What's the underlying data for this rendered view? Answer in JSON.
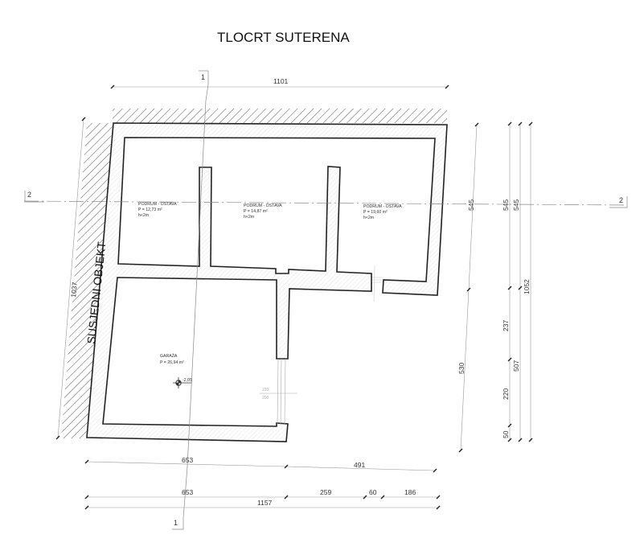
{
  "drawing": {
    "title": "TLOCRT SUTERENA",
    "neighbor_label": "SUSJEDNI OBJEKT",
    "section_marks": {
      "section_1_top": "1",
      "section_1_bottom": "1",
      "section_2_left": "2",
      "section_2_right": "2"
    }
  },
  "rooms": [
    {
      "name": "PODRUM - OSTAVA",
      "area": "P = 12,73 m²",
      "height": "h<2m"
    },
    {
      "name": "PODRUM - OSTAVA",
      "area": "P = 14,87 m²",
      "height": "h<2m"
    },
    {
      "name": "PODRUM - OSTAVA",
      "area": "P = 19,60 m²",
      "height": "h<2m"
    },
    {
      "name": "GARAŽA",
      "area": "P = 26,94 m²"
    }
  ],
  "level_mark": "-2,05",
  "door_dims": {
    "garage_width": "220",
    "garage_height": "200"
  },
  "dimensions": {
    "top_total": "1101",
    "left_total": "1037",
    "right_inner_upper": "545",
    "right_inner_lower": "530",
    "right_chain_1": [
      "545",
      "237",
      "220",
      "50"
    ],
    "right_chain_2": [
      "545",
      "507"
    ],
    "right_total": "1052",
    "bottom_row1": [
      "653",
      "491"
    ],
    "bottom_row2": [
      "653",
      "259",
      "60",
      "186"
    ],
    "bottom_total": "1157"
  },
  "colors": {
    "wall_outline": "#222222",
    "hatch": "#bbbbbb",
    "dim_line": "#999999"
  }
}
